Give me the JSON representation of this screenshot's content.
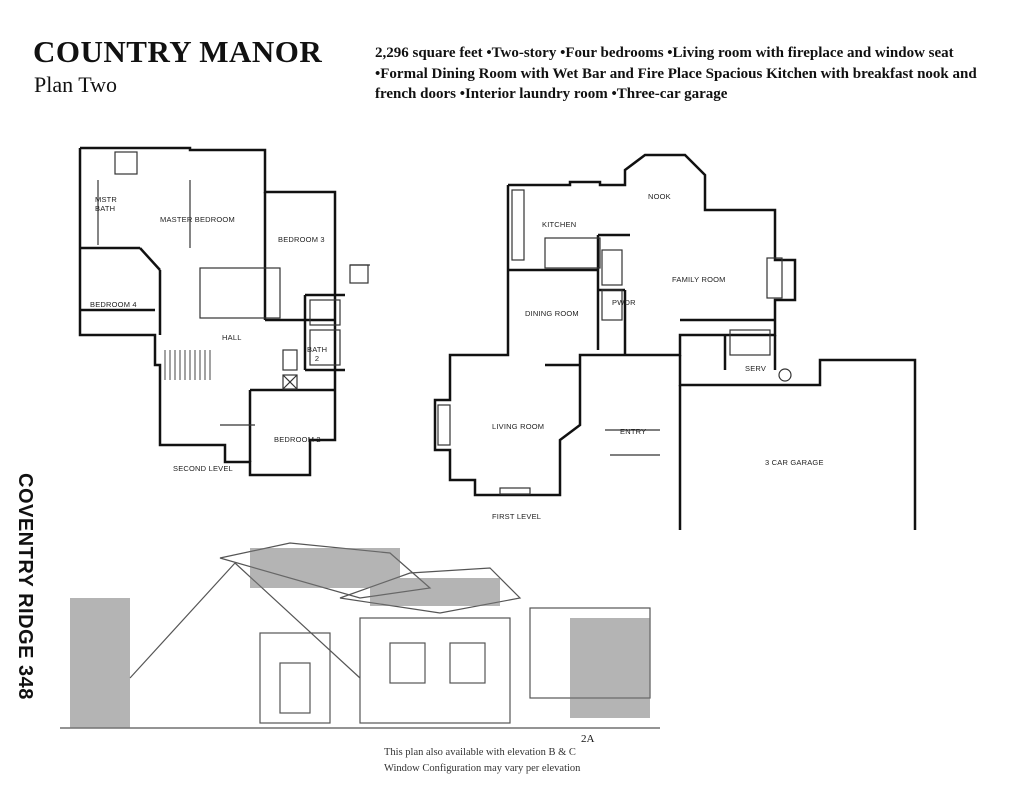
{
  "header": {
    "title": "COUNTRY MANOR",
    "subtitle": "Plan Two",
    "description": "2,296 square feet •Two-story •Four bedrooms •Living room with fireplace and window seat •Formal Dining Room with Wet Bar and Fire Place Spacious Kitchen with breakfast nook and french doors •Interior laundry room •Three-car garage"
  },
  "side_label": "COVENTRY RIDGE 348",
  "second_level": {
    "master_bath": "MSTR BATH",
    "master_bedroom": "MASTER BEDROOM",
    "bedroom3": "BEDROOM 3",
    "bedroom4": "BEDROOM 4",
    "hall": "HALL",
    "bath2": "BATH 2",
    "bedroom2": "BEDROOM 2",
    "level": "SECOND LEVEL"
  },
  "first_level": {
    "nook": "NOOK",
    "kitchen": "KITCHEN",
    "family_room": "FAMILY ROOM",
    "dining_room": "DINING ROOM",
    "pwdr": "PWDR",
    "living_room": "LIVING ROOM",
    "entry": "ENTRY",
    "serv": "SERV",
    "garage": "3 CAR GARAGE",
    "level": "FIRST LEVEL"
  },
  "footer": {
    "code": "2A",
    "note1": "This plan also available with elevation B & C",
    "note2": "Window Configuration may vary per elevation"
  }
}
